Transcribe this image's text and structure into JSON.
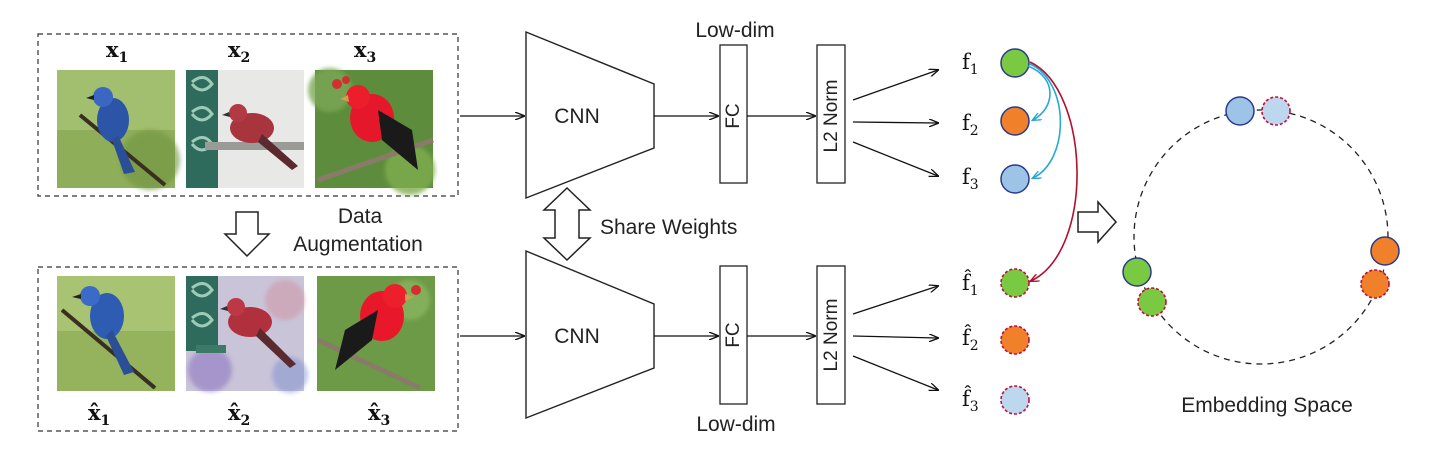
{
  "images": {
    "top": [
      {
        "label": "x",
        "subscript": "1",
        "bird": "blue-bird"
      },
      {
        "label": "x",
        "subscript": "2",
        "bird": "red-bird-feeder"
      },
      {
        "label": "x",
        "subscript": "3",
        "bird": "red-bird-branch"
      }
    ],
    "bottom": [
      {
        "label": "x̂",
        "subscript": "1",
        "bird": "blue-bird"
      },
      {
        "label": "x̂",
        "subscript": "2",
        "bird": "red-bird-feeder"
      },
      {
        "label": "x̂",
        "subscript": "3",
        "bird": "red-bird-branch"
      }
    ]
  },
  "augmentation": {
    "line1": "Data",
    "line2": "Augmentation"
  },
  "network": {
    "cnn_label": "CNN",
    "fc_label": "FC",
    "norm_label": "L2 Norm",
    "lowdim_label": "Low-dim",
    "share_label": "Share Weights"
  },
  "features": {
    "top": [
      {
        "label": "f",
        "subscript": "1",
        "color": "#7ac943",
        "dashed": false
      },
      {
        "label": "f",
        "subscript": "2",
        "color": "#f0802a",
        "dashed": false
      },
      {
        "label": "f",
        "subscript": "3",
        "color": "#9dc3e6",
        "dashed": false
      }
    ],
    "bottom": [
      {
        "label": "f̂",
        "subscript": "1",
        "color": "#7ac943",
        "dashed": true
      },
      {
        "label": "f̂",
        "subscript": "2",
        "color": "#f0802a",
        "dashed": true
      },
      {
        "label": "f̂",
        "subscript": "3",
        "color": "#bdd7ee",
        "dashed": true
      }
    ]
  },
  "embedding": {
    "label": "Embedding Space"
  },
  "colors": {
    "green": "#7ac943",
    "orange": "#f0802a",
    "blue": "#9dc3e6",
    "cyan_arrow": "#29a8d8",
    "red_arrow": "#b0102a",
    "dashed_border": "#c0103a"
  }
}
